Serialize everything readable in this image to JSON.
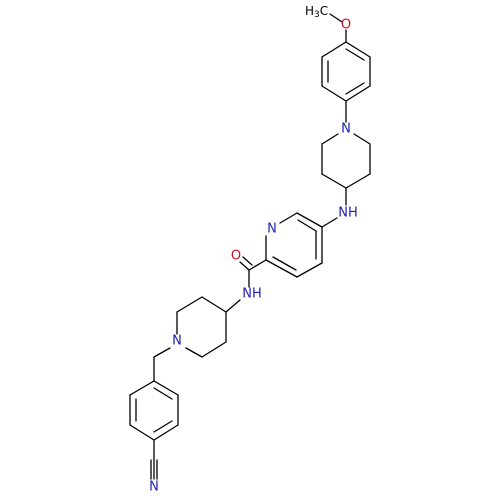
{
  "labels": {
    "methyl": "H",
    "methyl_sub": "3",
    "methyl_c": "C",
    "ether_o": "O",
    "pip1_n": "N",
    "amine_nh": "NH",
    "pyridine_n": "N",
    "carbonyl_o": "O",
    "amide_nh": "NH",
    "pip2_n": "N",
    "nitrile_n": "N"
  },
  "colors": {
    "bond": "#000000",
    "nitrogen": "#1f1fb4",
    "oxygen": "#c8141e"
  }
}
